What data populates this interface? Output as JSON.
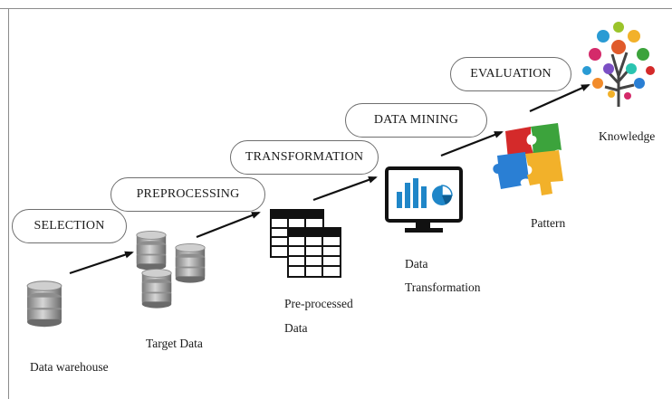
{
  "stages": {
    "selection": "SELECTION",
    "preprocessing": "PREPROCESSING",
    "transformation": "TRANSFORMATION",
    "data_mining": "DATA MINING",
    "evaluation": "EVALUATION"
  },
  "captions": {
    "data_warehouse": "Data warehouse",
    "target_data": "Target Data",
    "preprocessed_line1": "Pre-processed",
    "preprocessed_line2": "Data",
    "data_transformation_line1": "Data",
    "data_transformation_line2": "Transformation",
    "pattern": "Pattern",
    "knowledge": "Knowledge"
  },
  "icons": {
    "data_warehouse": "database-icon",
    "target_data": "database-stack-icon",
    "preprocessed": "table-stack-icon",
    "data_transformation": "chart-monitor-icon",
    "pattern": "puzzle-icon",
    "knowledge": "knowledge-tree-icon"
  },
  "colors": {
    "arrow": "#111111",
    "pill_border": "#6f6f6f",
    "chart_blue": "#1f86c8",
    "puzzle_red": "#d42a2a",
    "puzzle_green": "#3ca33c",
    "puzzle_blue": "#2a7fd4",
    "puzzle_yellow": "#f2b12a"
  }
}
